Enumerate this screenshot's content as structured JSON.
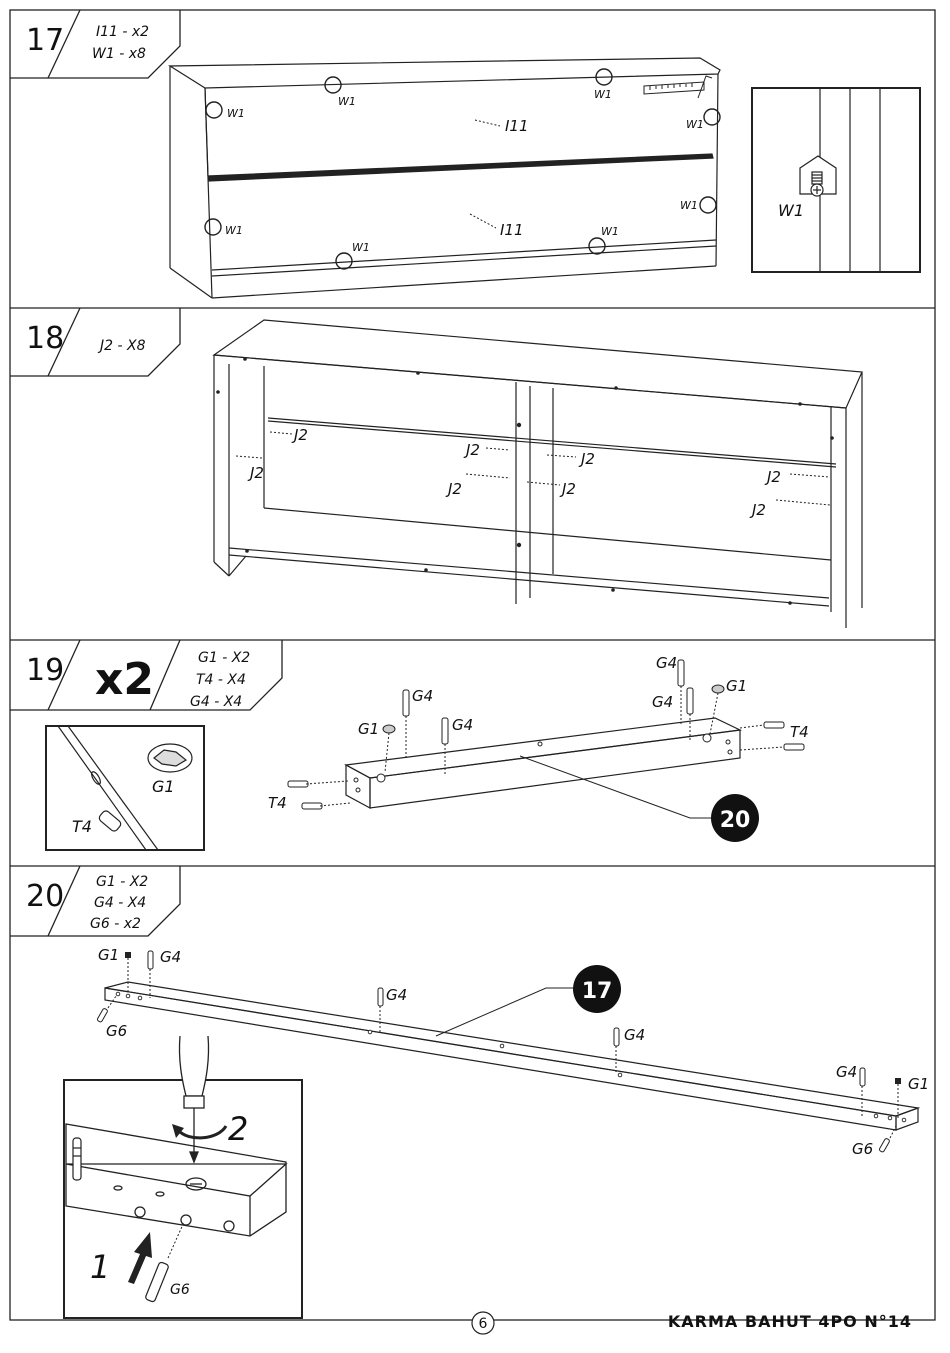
{
  "steps": [
    {
      "number": "17",
      "parts": [
        "I11 - x2",
        "W1 - x8"
      ],
      "callouts": {
        "w1": "W1",
        "i11": "I11",
        "detail_w1": "W1"
      }
    },
    {
      "number": "18",
      "parts": [
        "J2 - X8"
      ],
      "callouts": {
        "j2": "J2"
      }
    },
    {
      "number": "19",
      "multiplier": "x2",
      "parts": [
        "G1 - X2",
        "T4 - X4",
        "G4 - X4"
      ],
      "callouts": {
        "g1": "G1",
        "g4": "G4",
        "t4": "T4",
        "ref_badge": "20"
      }
    },
    {
      "number": "20",
      "parts": [
        "G1 - X2",
        "G4 - X4",
        "G6 - x2"
      ],
      "callouts": {
        "g1": "G1",
        "g4": "G4",
        "g6": "G6",
        "ref_badge": "17",
        "step1": "1",
        "step2": "2"
      }
    }
  ],
  "page_number": "6",
  "footer_title": "KARMA BAHUT 4PO N°14"
}
